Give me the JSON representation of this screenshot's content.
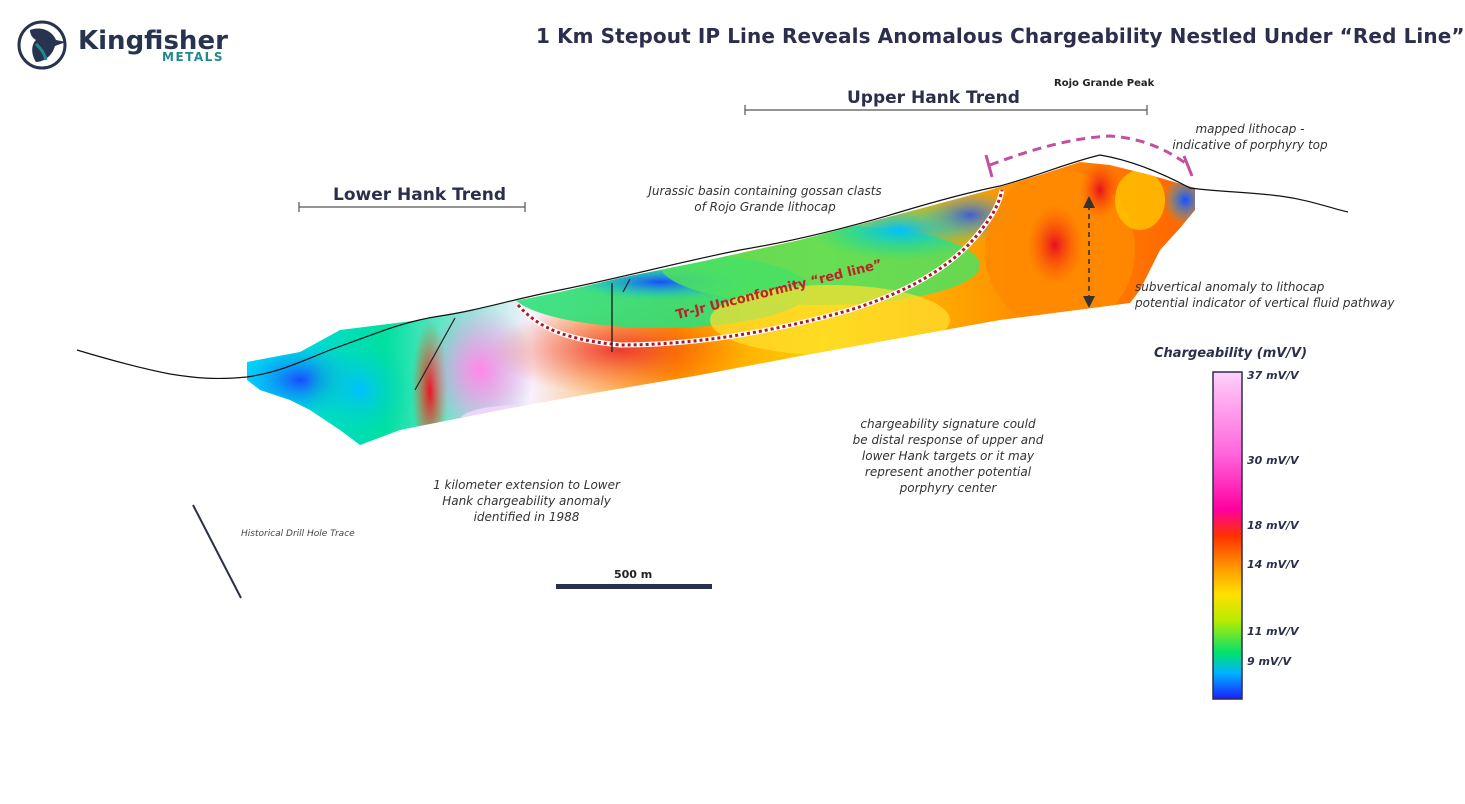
{
  "title": "1 Km Stepout IP Line Reveals Anomalous Chargeability Nestled Under “Red Line”",
  "logo": {
    "word": "Kingfisher",
    "sub": "METALS",
    "icon": "kingfisher-bird-icon"
  },
  "labels": {
    "upper_hank": "Upper Hank Trend",
    "lower_hank": "Lower Hank Trend",
    "rojo_peak": "Rojo Grande Peak",
    "lithocap": "mapped lithocap  -\nindicative of porphyry top",
    "jurassic": "Jurassic basin containing gossan clasts\nof Rojo Grande lithocap",
    "unconformity": "Tr-Jr Unconformity “red line”",
    "subvertical": "subvertical anomaly to lithocap\npotential indicator of vertical fluid pathway",
    "signature": "chargeability signature could\nbe distal response of upper and\nlower Hank targets or it may\nrepresent another potential\nporphyry center",
    "extension": "1 kilometer extension to Lower\nHank chargeability anomaly\nidentified in 1988",
    "drill_hole": "Historical Drill Hole Trace",
    "scale": "500 m"
  },
  "legend": {
    "title": "Chargeability (mV/V)",
    "ticks": [
      "37 mV/V",
      "30 mV/V",
      "18 mV/V",
      "14 mV/V",
      "11 mV/V",
      "9 mV/V"
    ]
  },
  "colors": {
    "unconformity_text": "#c0202a",
    "lithocap_dash": "#c44fa0",
    "title": "#2b2f4c",
    "logo_teal": "#1f8a8a"
  }
}
